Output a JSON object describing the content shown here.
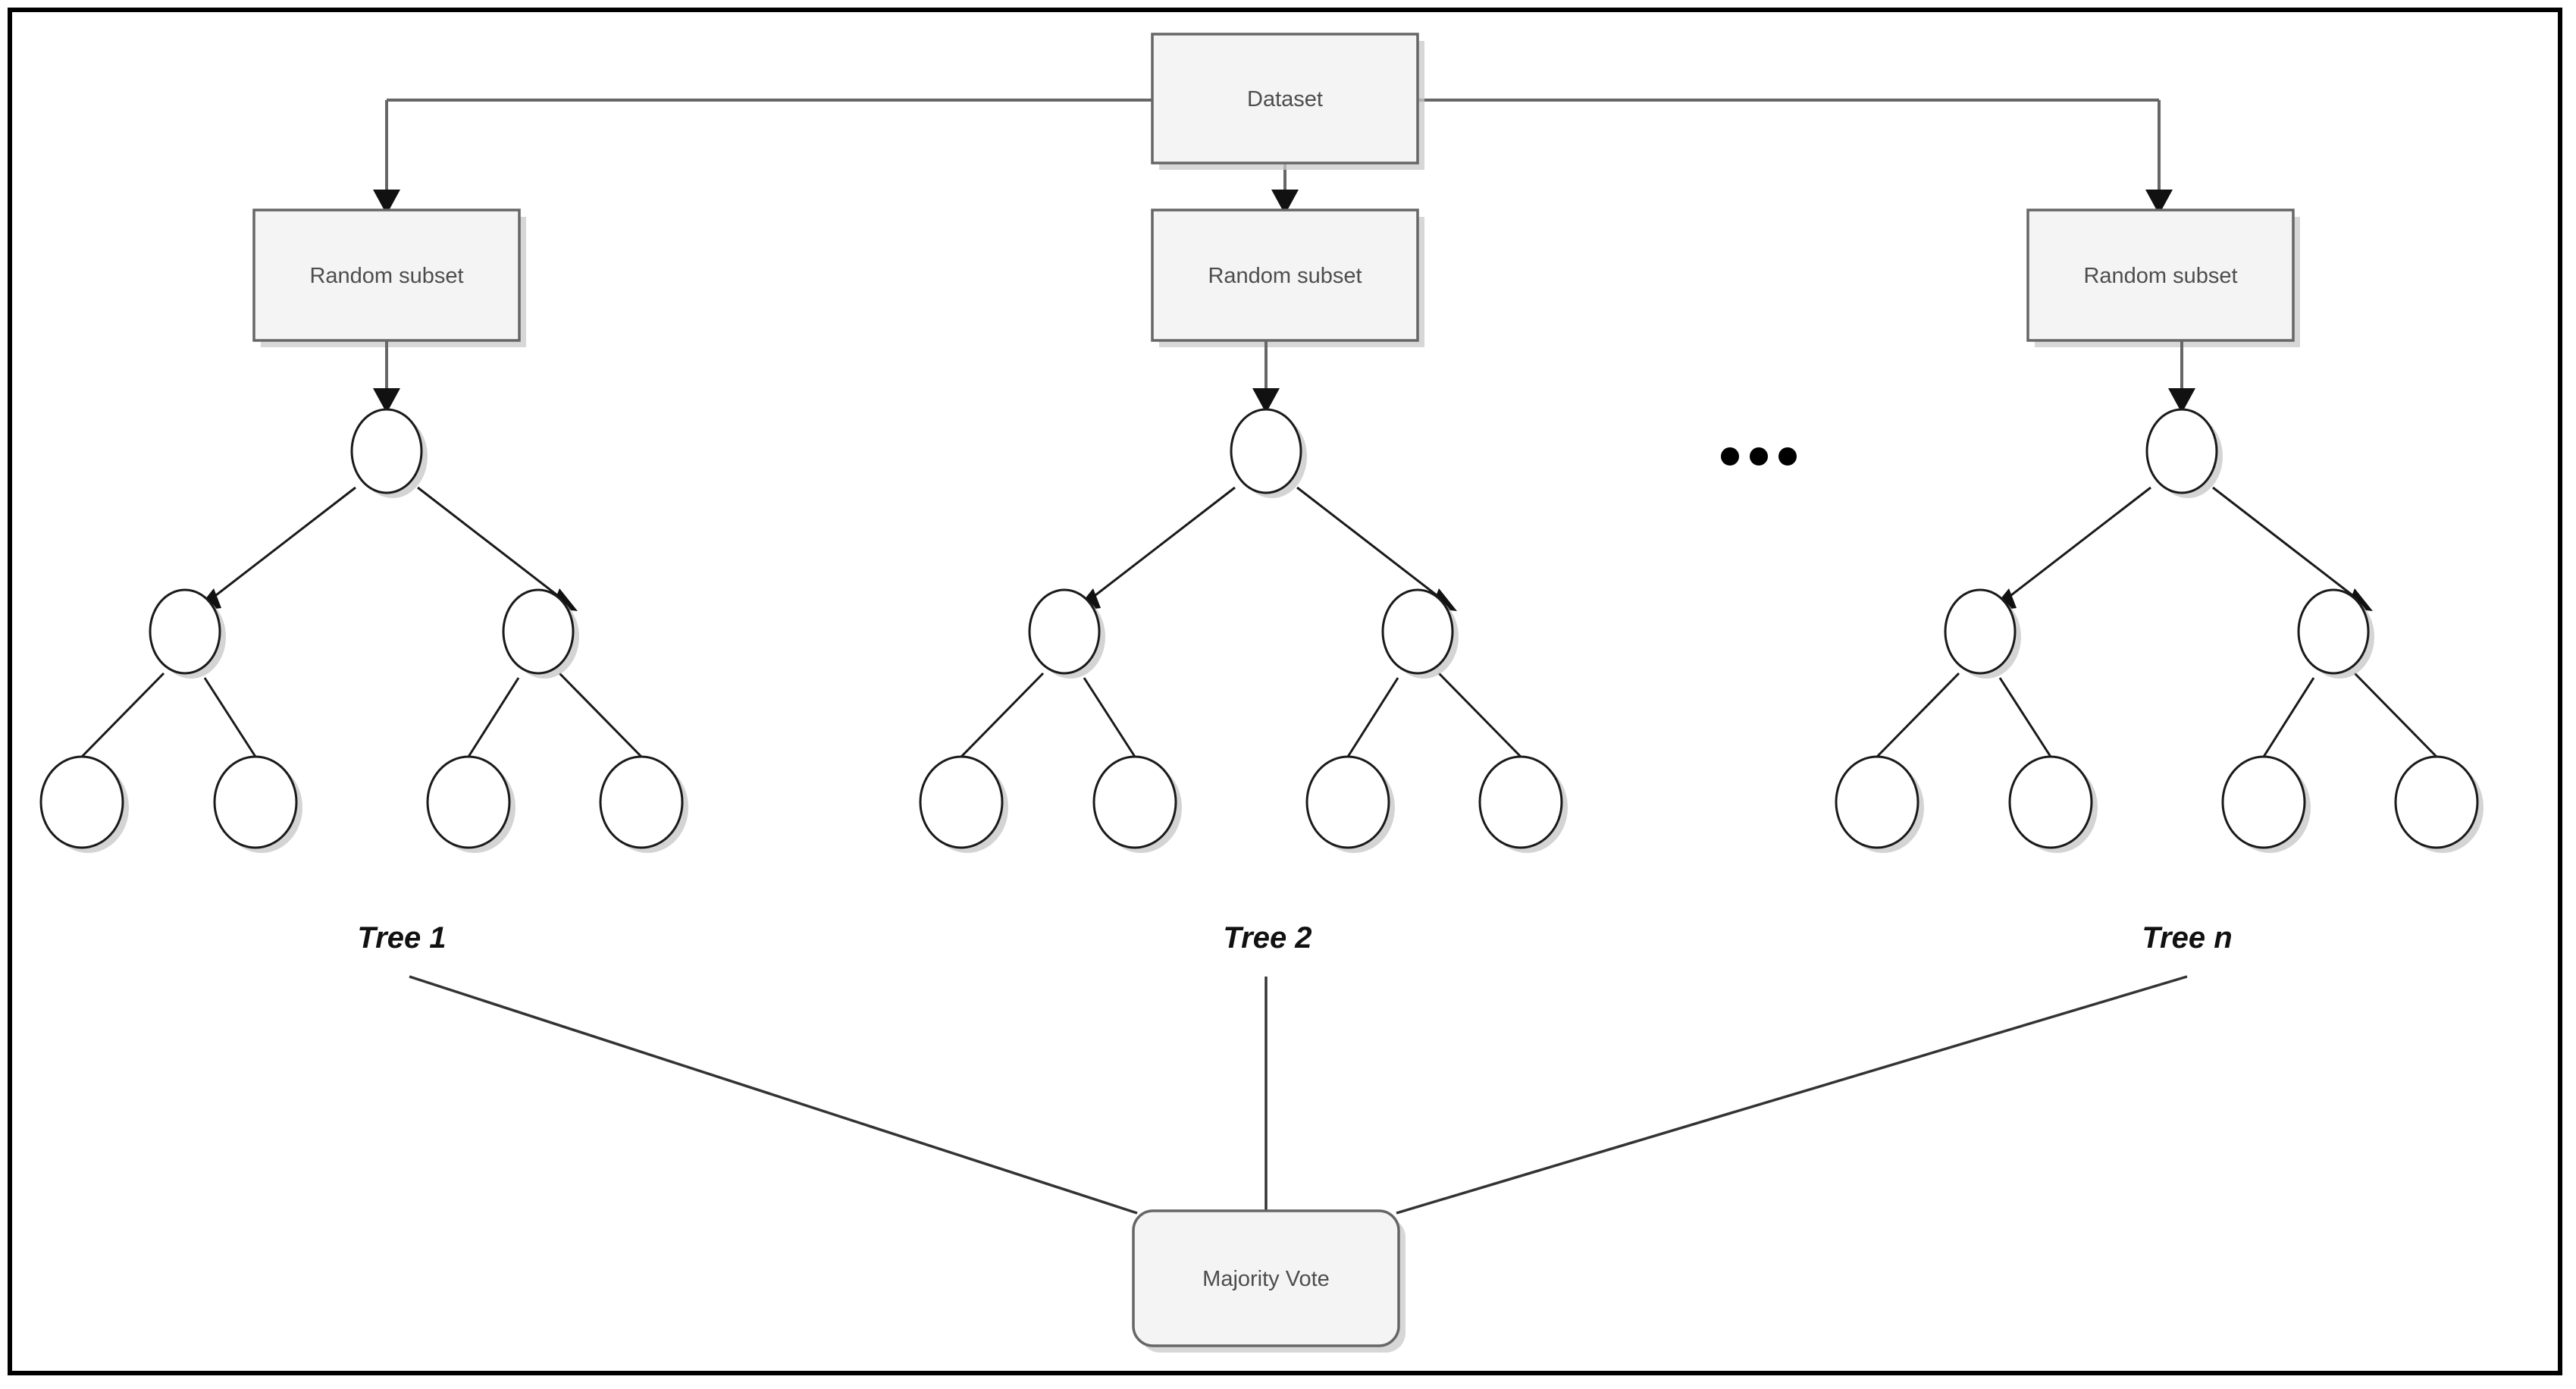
{
  "diagram": {
    "title_text": "",
    "type": "random-forest-ensemble",
    "colors": {
      "frame_border": "#000000",
      "box_fill": "#f4f4f4",
      "box_stroke": "#666666",
      "box_text": "#4d4d4d",
      "circle_stroke": "#1a1a1a",
      "circle_fill": "#ffffff",
      "connector_gray": "#666666",
      "connector_black": "#1a1a1a",
      "label_text": "#111111",
      "background": "#ffffff"
    }
  },
  "nodes": {
    "dataset": {
      "label": "Dataset"
    },
    "subsets": [
      {
        "label": "Random subset"
      },
      {
        "label": "Random subset"
      },
      {
        "label": "Random subset"
      }
    ],
    "majority_vote": {
      "label": "Majority Vote"
    }
  },
  "tree_labels": [
    {
      "label": "Tree 1"
    },
    {
      "label": "Tree 2"
    },
    {
      "label": "Tree n"
    }
  ],
  "ellipsis": {
    "glyph": "• • •",
    "dot_count": 3
  },
  "chart_data": {
    "type": "diagram",
    "title": "",
    "description": "Random Forest ensemble: a Dataset is split into random subsets, each training a decision tree, and tree outputs are combined by Majority Vote.",
    "levels": [
      {
        "name": "source",
        "items": [
          "Dataset"
        ]
      },
      {
        "name": "sampling",
        "items": [
          "Random subset",
          "Random subset",
          "Random subset"
        ]
      },
      {
        "name": "trees",
        "items": [
          "Tree 1",
          "Tree 2",
          "Tree n"
        ]
      },
      {
        "name": "aggregation",
        "items": [
          "Majority Vote"
        ]
      }
    ],
    "tree_structure": {
      "depth": 3,
      "nodes_per_tree": 7,
      "root_children": 2,
      "leaf_count": 4
    },
    "edges": [
      {
        "from": "Dataset",
        "to": "Random subset 1",
        "style": "arrow"
      },
      {
        "from": "Dataset",
        "to": "Random subset 2",
        "style": "arrow"
      },
      {
        "from": "Dataset",
        "to": "Random subset 3",
        "style": "arrow"
      },
      {
        "from": "Random subset 1",
        "to": "Tree 1 root",
        "style": "arrow"
      },
      {
        "from": "Random subset 2",
        "to": "Tree 2 root",
        "style": "arrow"
      },
      {
        "from": "Random subset 3",
        "to": "Tree n root",
        "style": "arrow"
      },
      {
        "from": "Tree 1",
        "to": "Majority Vote",
        "style": "line"
      },
      {
        "from": "Tree 2",
        "to": "Majority Vote",
        "style": "line"
      },
      {
        "from": "Tree n",
        "to": "Majority Vote",
        "style": "line"
      }
    ]
  }
}
